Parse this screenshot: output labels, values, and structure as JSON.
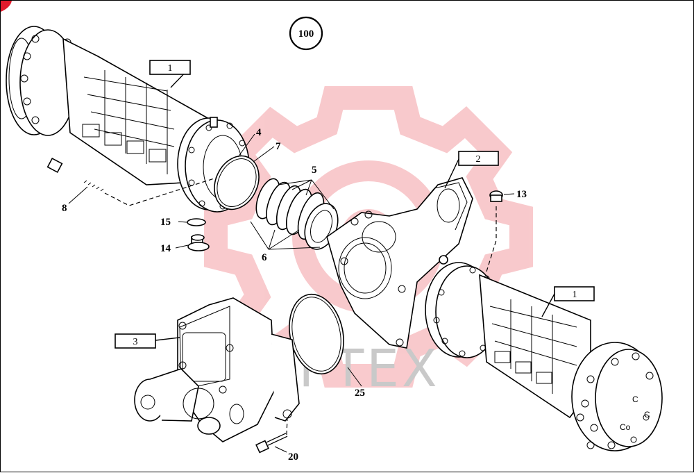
{
  "diagram": {
    "group_number": "100",
    "watermark_text": "ИРТЕХ",
    "watermark_color": "#e9424a",
    "boxed_labels": {
      "axle_left": "1",
      "axle_right": "1",
      "center_housing": "2",
      "brake_housing": "3"
    },
    "callouts": {
      "c4": "4",
      "c5": "5",
      "c6": "6",
      "c7": "7",
      "c8": "8",
      "c13": "13",
      "c14": "14",
      "c15": "15",
      "c20": "20",
      "c25": "25"
    }
  }
}
